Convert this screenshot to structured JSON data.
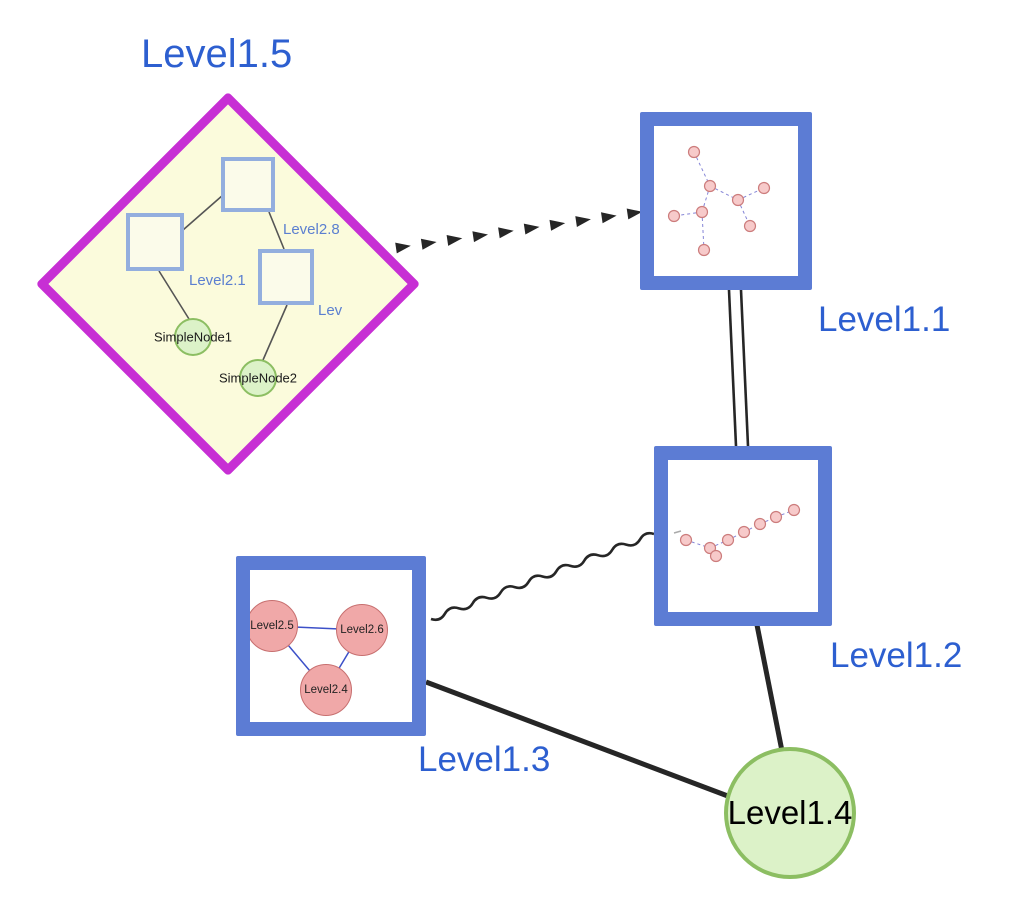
{
  "colors": {
    "group_border": "#c72fd4",
    "group_fill": "#fbfbdc",
    "inner_square_border": "#93aede",
    "inner_square_fill": "#fbfbea",
    "node_border": "#5c7cd4",
    "node_fill": "#ffffff",
    "label_blue": "#2d5fd0",
    "inner_label_blue": "#5b7fd0",
    "green_fill": "#dcf2c8",
    "green_border": "#8cbe62",
    "pink_fill": "#f0a8a8",
    "pink_border": "#c76f6f",
    "mini_node_fill": "#f7caca",
    "mini_node_border": "#cc7c7c",
    "mini_edge": "#8585d6",
    "triangle_edge": "#3c50c8",
    "edge_color": "#262626",
    "inner_edge": "#555555"
  },
  "nodes": {
    "level15": {
      "label": "Level1.5"
    },
    "level11": {
      "label": "Level1.1"
    },
    "level12": {
      "label": "Level1.2"
    },
    "level13": {
      "label": "Level1.3"
    },
    "level14": {
      "label": "Level1.4"
    }
  },
  "level15_children": {
    "square_top_label": "Level2.8",
    "square_left_label": "Level2.1",
    "square_right_label": "Lev",
    "simple_node_1": "SimpleNode1",
    "simple_node_2": "SimpleNode2"
  },
  "level13_children": {
    "node_a": "Level2.5",
    "node_b": "Level2.6",
    "node_c": "Level2.4"
  },
  "edges": [
    {
      "from": "Level1.5",
      "to": "Level1.1",
      "style": "dashed-arrows"
    },
    {
      "from": "Level1.1",
      "to": "Level1.2",
      "style": "double-line"
    },
    {
      "from": "Level1.2",
      "to": "Level1.3",
      "style": "wavy"
    },
    {
      "from": "Level1.3",
      "to": "Level1.4",
      "style": "solid"
    },
    {
      "from": "Level1.2",
      "to": "Level1.4",
      "style": "solid"
    }
  ]
}
